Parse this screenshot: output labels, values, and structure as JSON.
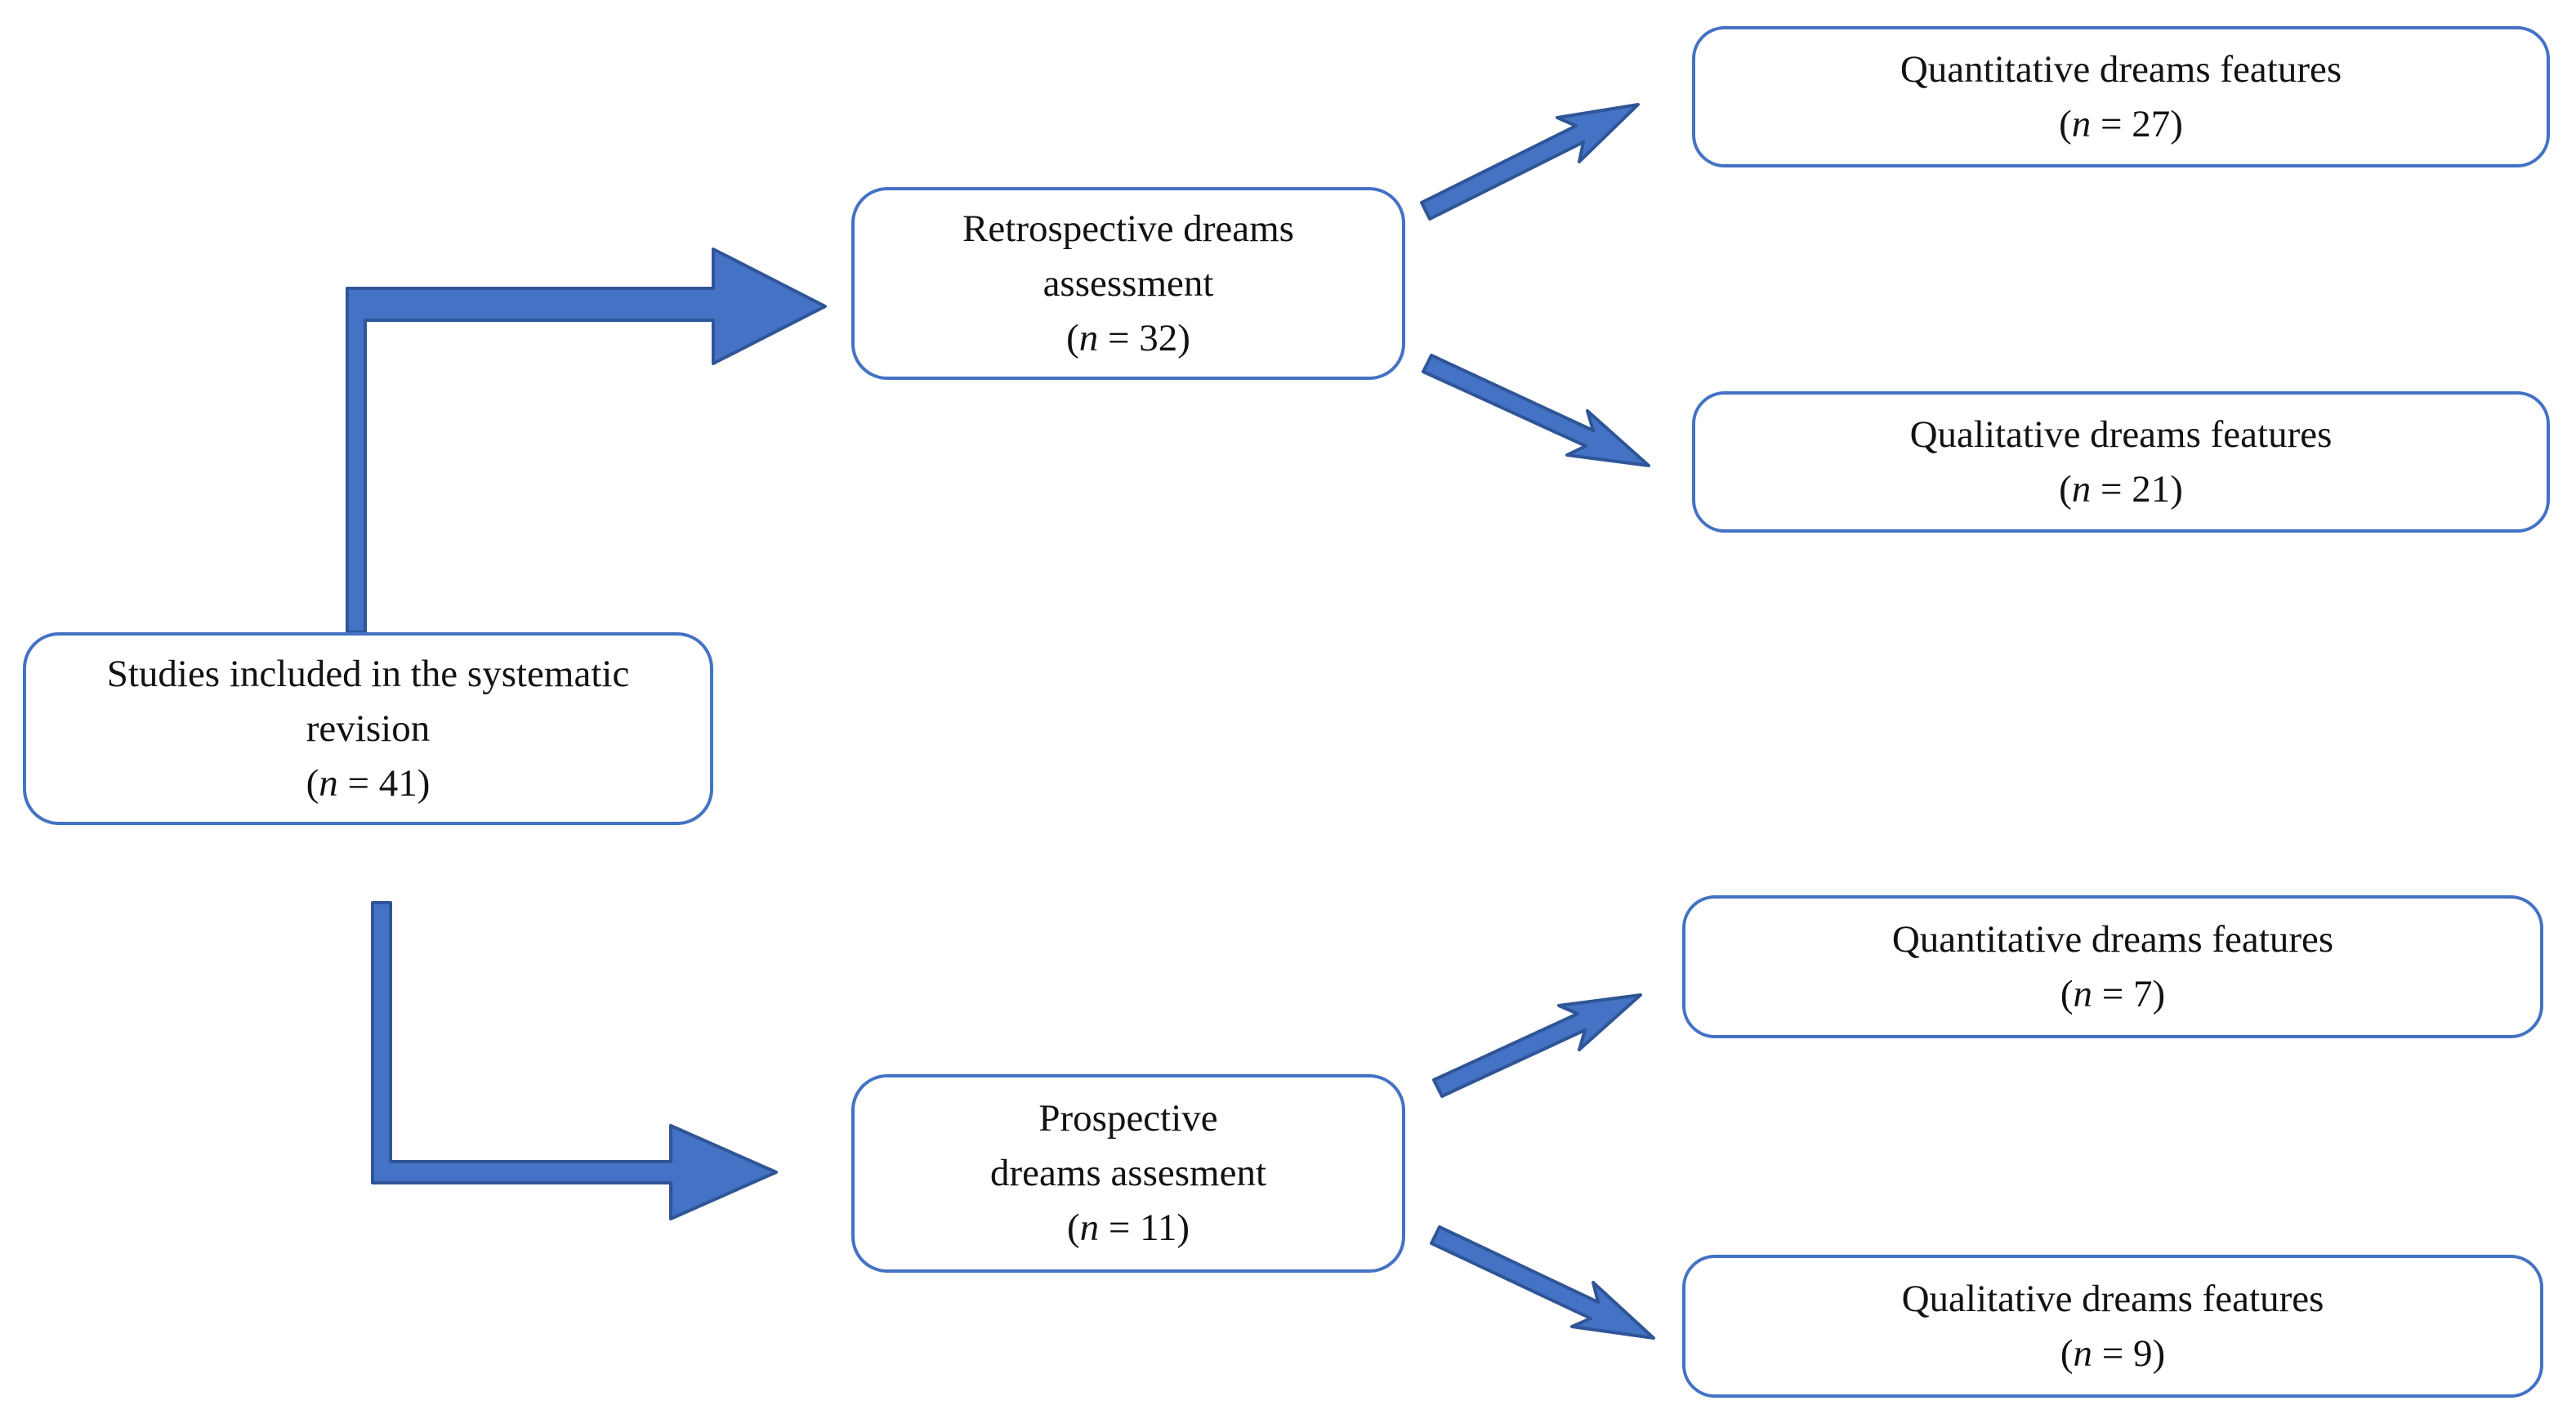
{
  "diagram": {
    "type": "flowchart",
    "background": "#ffffff",
    "colors": {
      "accent": "#4472C4",
      "arrow_fill": "#4472C4",
      "arrow_outline": "#2F5597",
      "text": "#121212"
    },
    "nodes": {
      "root": {
        "line1": "Studies included in the systematic",
        "line2": "revision",
        "n": 41,
        "count_open": "(",
        "count_n": "n",
        "count_rest": " = 41)"
      },
      "retrospective": {
        "line1": "Retrospective dreams",
        "line2": "assessment",
        "n": 32,
        "count_open": "(",
        "count_n": "n",
        "count_rest": " = 32)"
      },
      "retro_quant": {
        "line1": "Quantitative dreams features",
        "n": 27,
        "count_open": "(",
        "count_n": "n",
        "count_rest": " = 27)"
      },
      "retro_qual": {
        "line1": "Qualitative dreams features",
        "n": 21,
        "count_open": "(",
        "count_n": "n",
        "count_rest": " = 21)"
      },
      "prospective": {
        "line1": "Prospective",
        "line2": "dreams assesment",
        "n": 11,
        "count_open": "(",
        "count_n": "n",
        "count_rest": " = 11)"
      },
      "pros_quant": {
        "line1": "Quantitative dreams features",
        "n": 7,
        "count_open": "(",
        "count_n": "n",
        "count_rest": " = 7)"
      },
      "pros_qual": {
        "line1": "Qualitative dreams features",
        "n": 9,
        "count_open": "(",
        "count_n": "n",
        "count_rest": " = 9)"
      }
    }
  }
}
